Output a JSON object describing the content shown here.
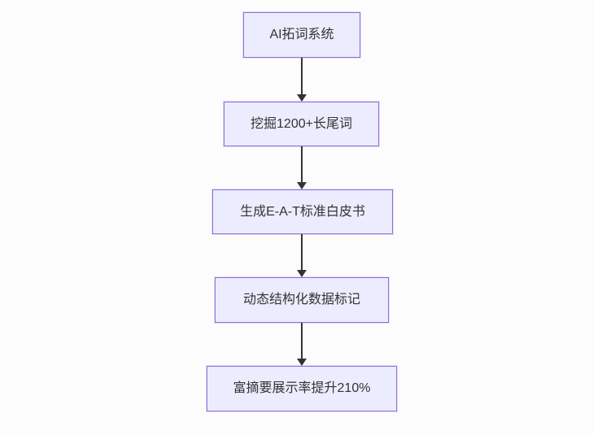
{
  "diagram": {
    "type": "flowchart-vertical",
    "background_color": "#fcfcfc",
    "node_fill_color": "#ececff",
    "node_border_color": "#9370db",
    "arrow_color": "#333333",
    "text_color": "#333333",
    "nodes": [
      {
        "id": "A",
        "label": "AI拓词系统"
      },
      {
        "id": "B",
        "label": "挖掘1200+长尾词"
      },
      {
        "id": "C",
        "label": "生成E-A-T标准白皮书"
      },
      {
        "id": "D",
        "label": "动态结构化数据标记"
      },
      {
        "id": "E",
        "label": "富摘要展示率提升210%"
      }
    ],
    "edges": [
      {
        "from": "AI拓词系统",
        "to": "挖掘1200+长尾词"
      },
      {
        "from": "挖掘1200+长尾词",
        "to": "生成E-A-T标准白皮书"
      },
      {
        "from": "生成E-A-T标准白皮书",
        "to": "动态结构化数据标记"
      },
      {
        "from": "动态结构化数据标记",
        "to": "富摘要展示率提升210%"
      }
    ]
  }
}
